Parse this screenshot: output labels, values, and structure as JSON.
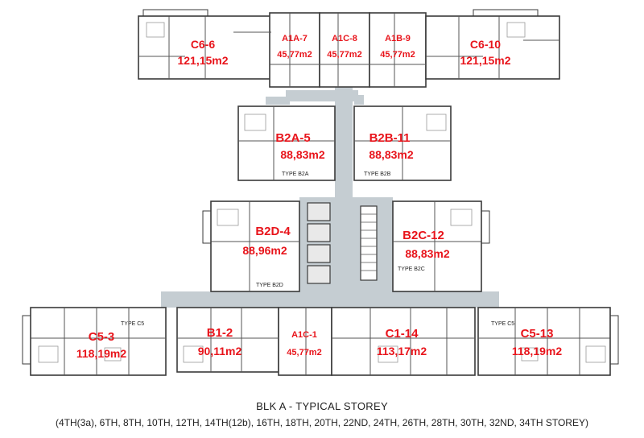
{
  "colors": {
    "label": "#e8141b",
    "corridor": "#c5cdd2",
    "wall": "#3a3a3a",
    "room_fill": "#ffffff",
    "furniture": "#9a9a9a"
  },
  "units": [
    {
      "id": "C6-6",
      "area": "121,15m2"
    },
    {
      "id": "A1A-7",
      "area": "45,77m2"
    },
    {
      "id": "A1C-8",
      "area": "45,77m2"
    },
    {
      "id": "A1B-9",
      "area": "45,77m2"
    },
    {
      "id": "C6-10",
      "area": "121,15m2"
    },
    {
      "id": "B2A-5",
      "area": "88,83m2"
    },
    {
      "id": "B2B-11",
      "area": "88,83m2"
    },
    {
      "id": "B2D-4",
      "area": "88,96m2"
    },
    {
      "id": "B2C-12",
      "area": "88,83m2"
    },
    {
      "id": "C5-3",
      "area": "118,19m2"
    },
    {
      "id": "B1-2",
      "area": "90,11m2"
    },
    {
      "id": "A1C-1",
      "area": "45,77m2"
    },
    {
      "id": "C1-14",
      "area": "113,17m2"
    },
    {
      "id": "C5-13",
      "area": "118,19m2"
    }
  ],
  "type_tags": [
    "TYPE B2A",
    "TYPE B2B",
    "TYPE B2D",
    "TYPE B2C",
    "TYPE C5",
    "TYPE C5"
  ],
  "caption": {
    "line1": "BLK A  -  TYPICAL STOREY",
    "line2": "(4TH(3a), 6TH, 8TH, 10TH, 12TH, 14TH(12b), 16TH, 18TH, 20TH, 22ND, 24TH, 26TH, 28TH, 30TH, 32ND, 34TH  STOREY)"
  }
}
